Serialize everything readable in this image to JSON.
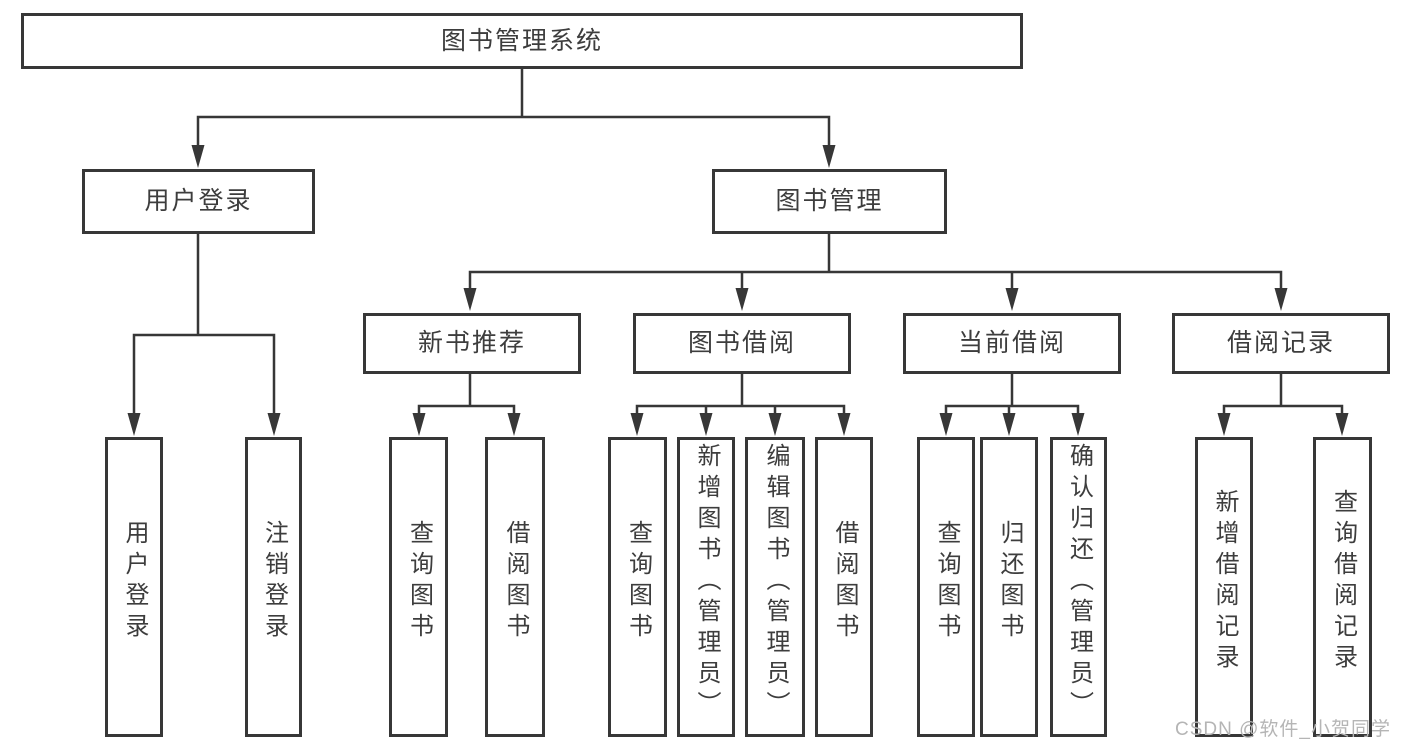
{
  "tree": {
    "root": {
      "label": "图书管理系统",
      "children": [
        {
          "label": "用户登录",
          "children": [
            {
              "label": "用户登录"
            },
            {
              "label": "注销登录"
            }
          ]
        },
        {
          "label": "图书管理",
          "children": [
            {
              "label": "新书推荐",
              "children": [
                {
                  "label": "查询图书"
                },
                {
                  "label": "借阅图书"
                }
              ]
            },
            {
              "label": "图书借阅",
              "children": [
                {
                  "label": "查询图书"
                },
                {
                  "label": "新增图书（管理员）"
                },
                {
                  "label": "编辑图书（管理员）"
                },
                {
                  "label": "借阅图书"
                }
              ]
            },
            {
              "label": "当前借阅",
              "children": [
                {
                  "label": "查询图书"
                },
                {
                  "label": "归还图书"
                },
                {
                  "label": "确认归还（管理员）"
                }
              ]
            },
            {
              "label": "借阅记录",
              "children": [
                {
                  "label": "新增借阅记录"
                },
                {
                  "label": "查询借阅记录"
                }
              ]
            }
          ]
        }
      ]
    }
  },
  "watermark": {
    "text": "CSDN @软件_小贺同学"
  },
  "colors": {
    "line": "#373737",
    "box_border": "#373737",
    "text": "#3d3d3d",
    "background": "#ffffff",
    "watermark": "#b5b5b5"
  }
}
